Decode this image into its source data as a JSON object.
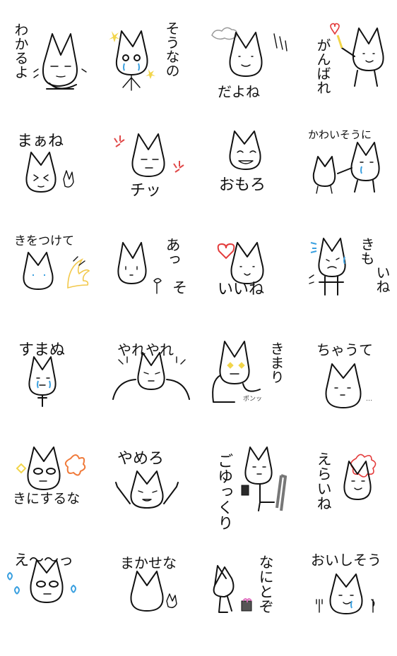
{
  "colors": {
    "ink": "#111111",
    "tear_blue": "#3aa0e0",
    "sparkle_yellow": "#f2d54a",
    "heart_red": "#e33b3b",
    "flower_orange": "#f07a3a",
    "anger_red": "#e04848",
    "cloud_gray": "#999999",
    "bag_pink": "#e070c0"
  },
  "stickers": [
    {
      "lines": [
        "わかるよ"
      ]
    },
    {
      "lines": [
        "そうなの"
      ]
    },
    {
      "lines": [
        "だよね"
      ]
    },
    {
      "lines": [
        "がんばれ"
      ]
    },
    {
      "lines": [
        "まぁね"
      ]
    },
    {
      "lines": [
        "チッ"
      ]
    },
    {
      "lines": [
        "おもろ"
      ]
    },
    {
      "lines": [
        "かわいそうに"
      ]
    },
    {
      "lines": [
        "きをつけて"
      ]
    },
    {
      "lines": [
        "あっ",
        "そ"
      ]
    },
    {
      "lines": [
        "いいね"
      ]
    },
    {
      "lines": [
        "きも",
        "いね"
      ]
    },
    {
      "lines": [
        "すまぬ"
      ]
    },
    {
      "lines": [
        "やれやれ"
      ]
    },
    {
      "lines": [
        "きまり",
        "ポンッ"
      ]
    },
    {
      "lines": [
        "ちゃうて",
        "…"
      ]
    },
    {
      "lines": [
        "きにするな"
      ]
    },
    {
      "lines": [
        "やめろ"
      ]
    },
    {
      "lines": [
        "ごゆっくり"
      ]
    },
    {
      "lines": [
        "えらいね"
      ]
    },
    {
      "lines": [
        "え〜〜っ"
      ]
    },
    {
      "lines": [
        "まかせな"
      ]
    },
    {
      "lines": [
        "なにとぞ"
      ]
    },
    {
      "lines": [
        "おいしそう"
      ]
    }
  ]
}
